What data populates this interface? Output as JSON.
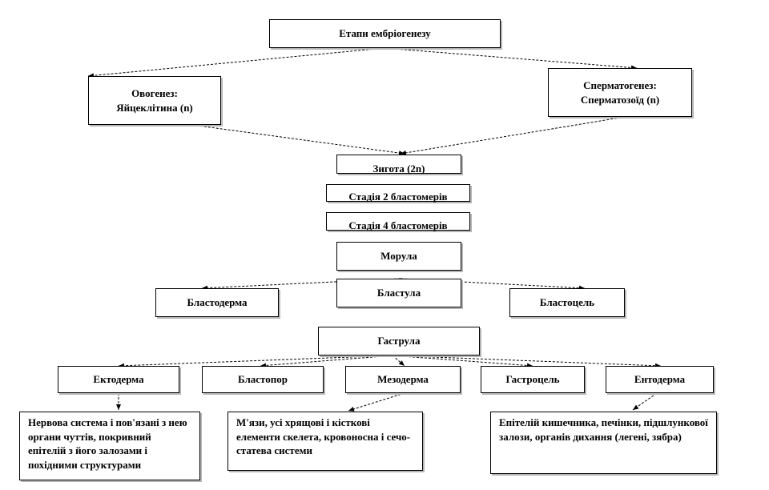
{
  "boxes": {
    "title": "Етапи ембріогенезу",
    "oogenesis_name": "Овогенез:",
    "oogenesis_cell": "Яйцеклітина (n)",
    "spermatogenesis_name": "Сперматогенез:",
    "spermatogenesis_cell": "Сперматозоїд (n)",
    "zygote": "Зигота (2n)",
    "stage2": "Стадія 2 бластомерів",
    "stage4": "Стадія 4 бластомерів",
    "morula": "Морула",
    "blastula": "Бластула",
    "blastoderm": "Бластодерма",
    "blastocoel": "Бластоцель",
    "gastrula": "Гаструла",
    "ectoderm": "Ектодерма",
    "blastopore": "Бластопор",
    "mesoderm": "Мезодерма",
    "gastrocoel": "Гастроцель",
    "endoderm": "Ентодерма",
    "ectoderm_derivatives": "Нервова система і пов'язані з нею органи чуттів, покривний епітелій з його залозами і похідними структурами",
    "mesoderm_derivatives": "М'язи, усі хрящові і кісткові елементи скелета, кровоносна і сечо-статева системи",
    "endoderm_derivatives": "Епітелій кишечника, печінки, підшлункової залози, органів дихання (легені, зябра)"
  }
}
